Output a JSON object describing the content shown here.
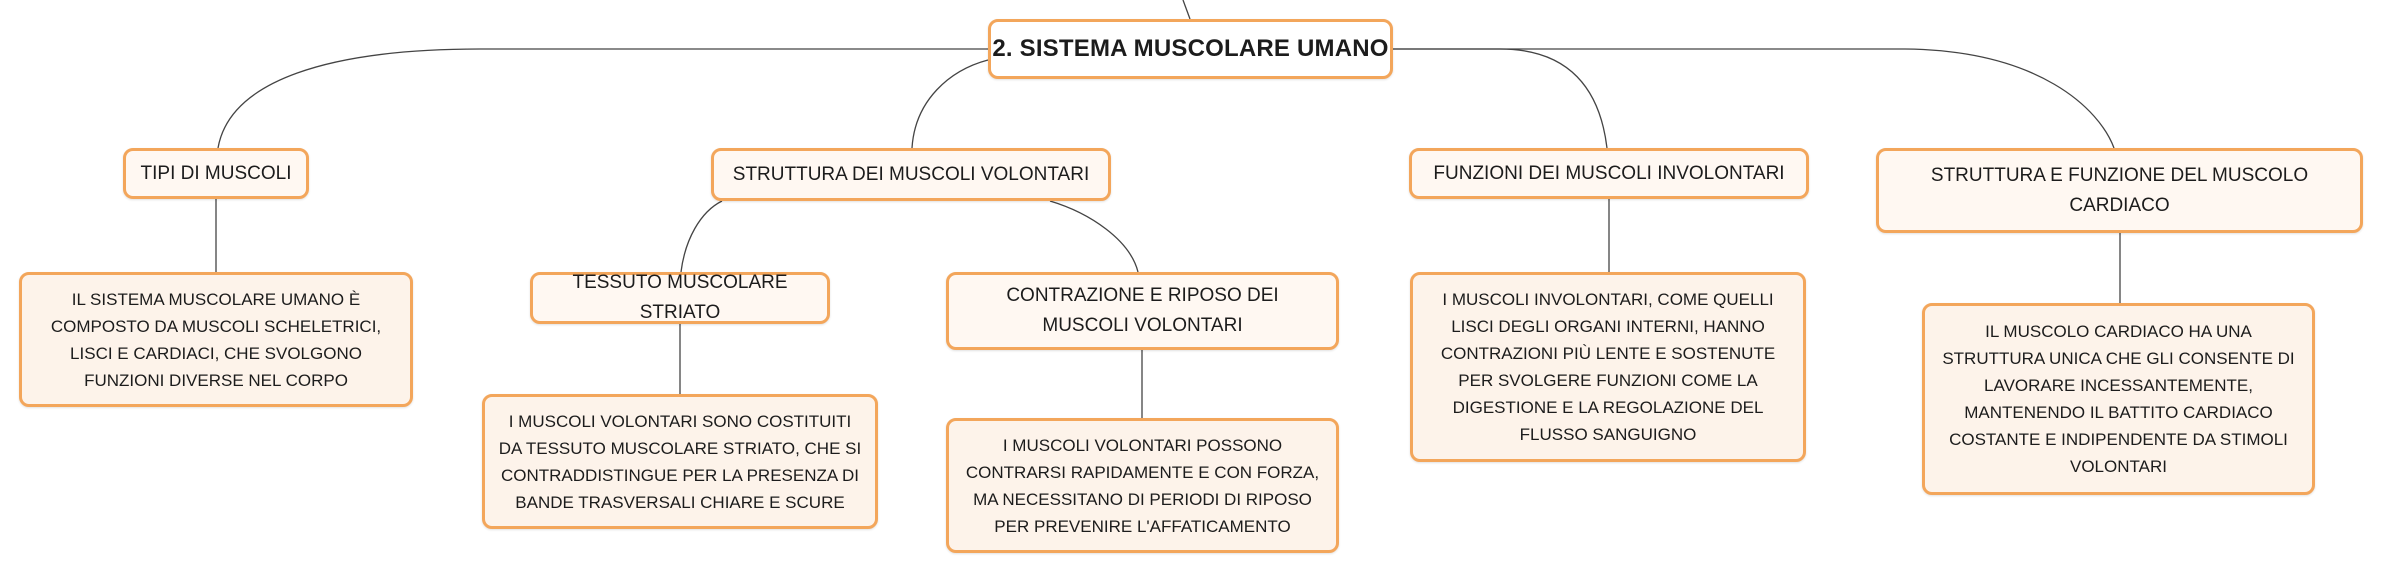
{
  "root": {
    "title": "2. SISTEMA MUSCOLARE UMANO"
  },
  "branches": {
    "tipi": {
      "title": "TIPI DI MUSCOLI",
      "detail": "IL SISTEMA MUSCOLARE UMANO È COMPOSTO DA MUSCOLI SCHELETRICI, LISCI E CARDIACI, CHE SVOLGONO FUNZIONI DIVERSE NEL CORPO"
    },
    "struttura": {
      "title": "STRUTTURA DEI MUSCOLI VOLONTARI",
      "tessuto": {
        "title": "TESSUTO MUSCOLARE STRIATO",
        "detail": "I MUSCOLI VOLONTARI SONO COSTITUITI DA TESSUTO MUSCOLARE STRIATO, CHE SI CONTRADDISTINGUE PER LA PRESENZA DI BANDE TRASVERSALI CHIARE E SCURE"
      },
      "contrazione": {
        "title": "CONTRAZIONE E RIPOSO DEI MUSCOLI VOLONTARI",
        "detail": "I MUSCOLI VOLONTARI POSSONO CONTRARSI RAPIDAMENTE E CON FORZA, MA NECESSITANO DI PERIODI DI RIPOSO PER PREVENIRE L'AFFATICAMENTO"
      }
    },
    "funzioni": {
      "title": "FUNZIONI DEI MUSCOLI INVOLONTARI",
      "detail": "I MUSCOLI INVOLONTARI, COME QUELLI LISCI DEGLI ORGANI INTERNI, HANNO CONTRAZIONI PIÙ LENTE E SOSTENUTE PER SVOLGERE FUNZIONI COME LA DIGESTIONE E LA REGOLAZIONE DEL FLUSSO SANGUIGNO"
    },
    "cardiaco": {
      "title": "STRUTTURA E FUNZIONE DEL MUSCOLO CARDIACO",
      "detail": "IL MUSCOLO CARDIACO HA UNA STRUTTURA UNICA CHE GLI CONSENTE DI LAVORARE INCESSANTEMENTE, MANTENENDO IL BATTITO CARDIACO COSTANTE E INDIPENDENTE DA STIMOLI VOLONTARI"
    }
  },
  "colors": {
    "node_border": "#f3a65b",
    "node_fill": "#fdf3ea",
    "connector": "#444444"
  }
}
